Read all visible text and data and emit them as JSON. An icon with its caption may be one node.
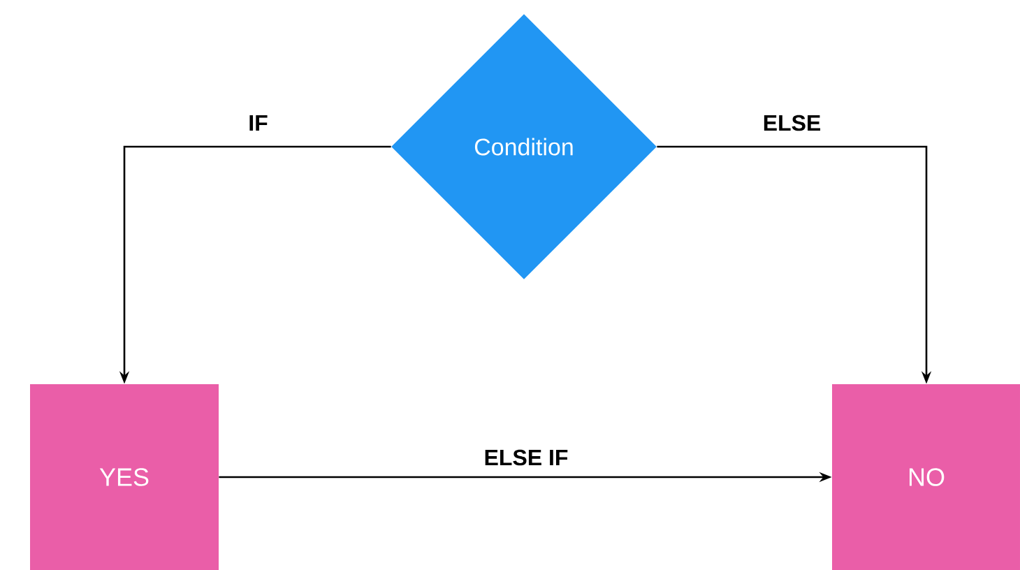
{
  "diagram": {
    "nodes": [
      {
        "text": [
          "Condition"
        ]
      },
      {
        "text": [
          "YES"
        ]
      },
      {
        "text": [
          "NO"
        ]
      }
    ],
    "edges": [
      {
        "from": 0,
        "to": 1,
        "arrow": "to",
        "label": "IF"
      },
      {
        "from": 0,
        "to": 2,
        "arrow": "to",
        "label": "ELSE"
      },
      {
        "from": 1,
        "to": 2,
        "arrow": "to",
        "label": "ELSE IF"
      }
    ]
  }
}
